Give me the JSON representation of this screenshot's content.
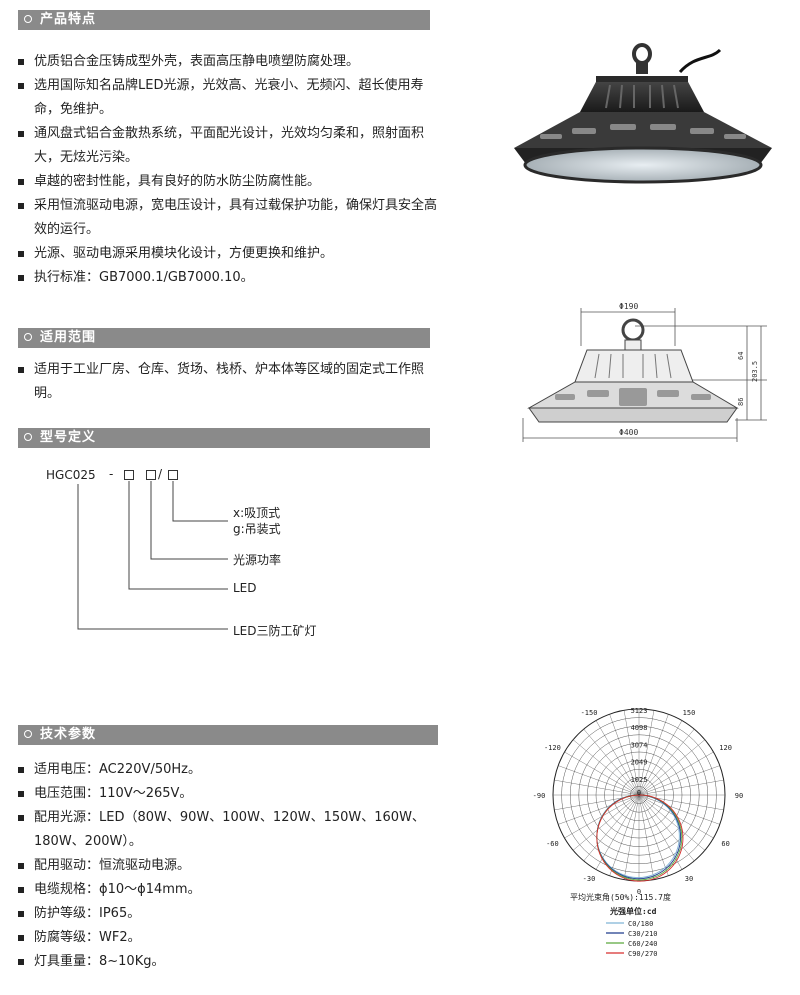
{
  "features": {
    "title": "产品特点",
    "items": [
      "优质铝合金压铸成型外壳，表面高压静电喷塑防腐处理。",
      "选用国际知名品牌LED光源，光效高、光衰小、无频闪、超长使用寿命，免维护。",
      "通风盘式铝合金散热系统，平面配光设计，光效均匀柔和，照射面积大，无炫光污染。",
      "卓越的密封性能，具有良好的防水防尘防腐性能。",
      "采用恒流驱动电源，宽电压设计，具有过载保护功能，确保灯具安全高效的运行。",
      "光源、驱动电源采用模块化设计，方便更换和维护。",
      "执行标准：GB7000.1/GB7000.10。"
    ]
  },
  "scope": {
    "title": "适用范围",
    "items": [
      "适用于工业厂房、仓库、货场、栈桥、炉本体等区域的固定式工作照明。"
    ]
  },
  "model": {
    "title": "型号定义",
    "code": "HGC025",
    "dash": "-",
    "slash": "/",
    "labels": {
      "mount_x": "x:吸顶式",
      "mount_g": "g:吊装式",
      "power": "光源功率",
      "led": "LED",
      "type": "LED三防工矿灯"
    }
  },
  "specs": {
    "title": "技术参数",
    "items": [
      "适用电压：AC220V/50Hz。",
      "电压范围：110V～265V。",
      "配用光源：LED（80W、90W、100W、120W、150W、160W、180W、200W）。",
      "配用驱动：恒流驱动电源。",
      "电缆规格：ϕ10～ϕ14mm。",
      "防护等级：IP65。",
      "防腐等级：WF2。",
      "灯具重量：8~10Kg。"
    ]
  },
  "drawing": {
    "top_dim": "Φ190",
    "bottom_dim": "Φ400",
    "h1": "64",
    "h2": "86",
    "htotal": "203.5"
  },
  "polar": {
    "angles": [
      "-150",
      "150",
      "-120",
      "120",
      "-90",
      "90",
      "-60",
      "60",
      "-30",
      "0",
      "30"
    ],
    "radial": [
      "5123",
      "4098",
      "3074",
      "2049",
      "1025",
      "0"
    ],
    "beam_angle": "平均光束角(50%):115.7度",
    "legend_title": "光强单位:cd",
    "legend": [
      {
        "name": "C0/180",
        "color": "#7fb3d5"
      },
      {
        "name": "C30/210",
        "color": "#1f3b8c"
      },
      {
        "name": "C60/240",
        "color": "#5aa83c"
      },
      {
        "name": "C90/270",
        "color": "#d62d2d"
      }
    ]
  }
}
